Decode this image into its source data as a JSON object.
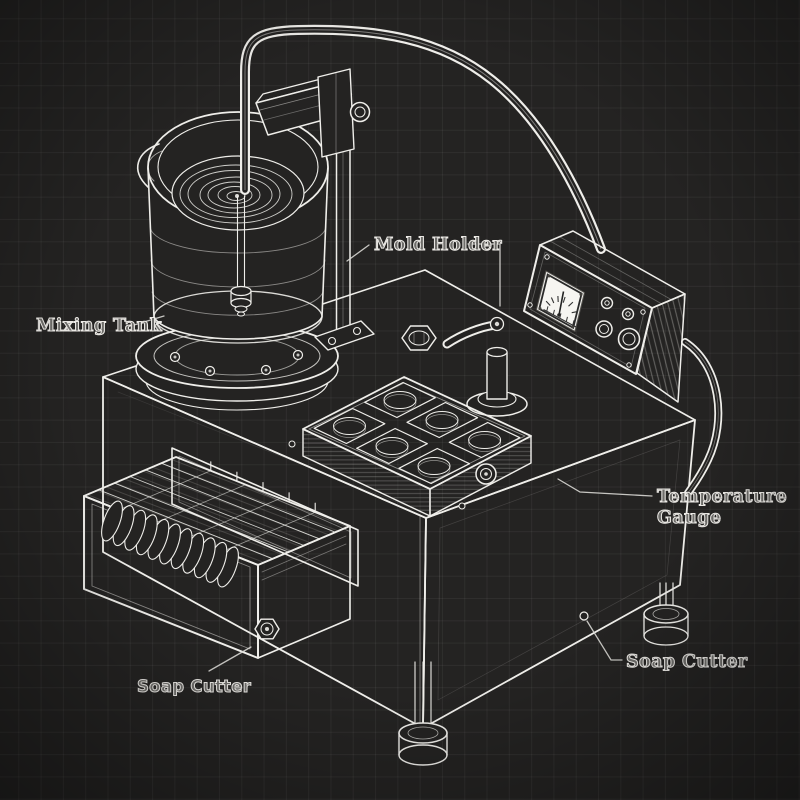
{
  "scene": {
    "style": "blueprint-line-art",
    "subject": "Soap making machine technical illustration",
    "colors": {
      "background": "#242322",
      "grid_line": "#393734",
      "ink": "#efeeea",
      "panel_face": "#1e1d1c",
      "gauge_face": "#f6f5f1"
    }
  },
  "callouts": {
    "mixing_tank": {
      "label": "Mixing Tank"
    },
    "mold_holder": {
      "label": "Mold Holder"
    },
    "temperature_gauge": {
      "line1": "Temperature",
      "line2": "Gauge"
    },
    "soap_cutter_front": {
      "label": "Soap Cutter"
    },
    "soap_cutter_side": {
      "label": "Soap Cutter"
    }
  }
}
